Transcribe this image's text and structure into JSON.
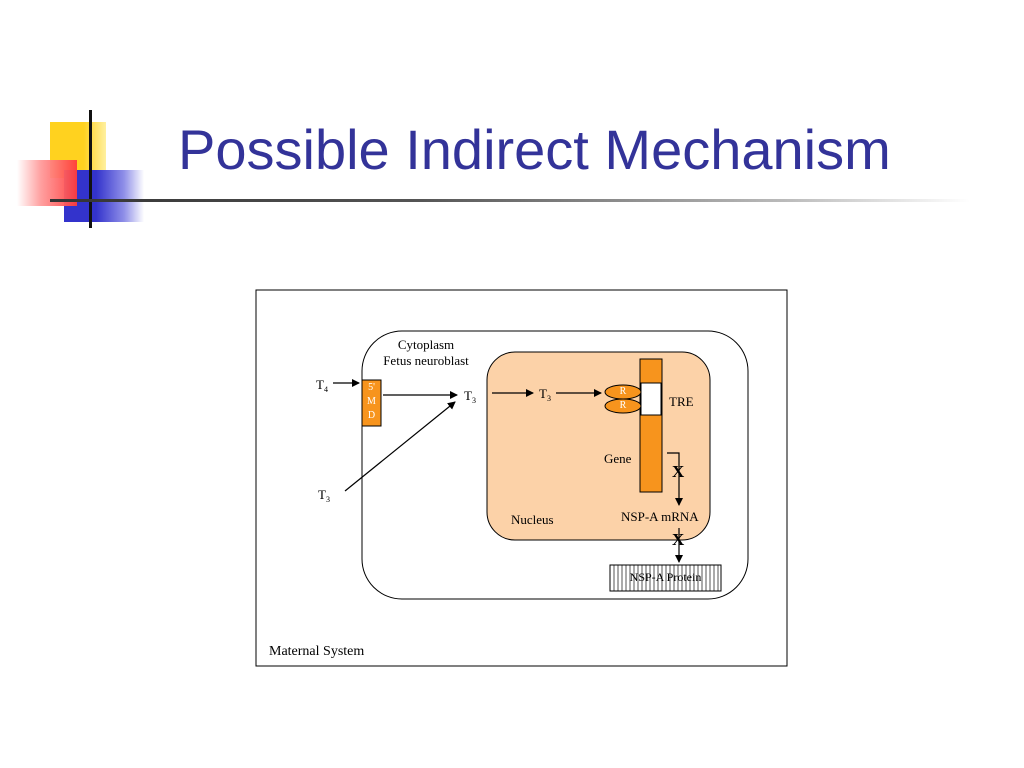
{
  "slide": {
    "title": "Possible Indirect Mechanism"
  },
  "diagram": {
    "outer_label": "Maternal System",
    "cell_label_line1": "Cytoplasm",
    "cell_label_line2": "Fetus neuroblast",
    "nucleus_label": "Nucleus",
    "t4_main": "T",
    "t4_sub": "4",
    "t3_main": "T",
    "t3_sub": "3",
    "enzyme_line1": "5'",
    "enzyme_line2": "M",
    "enzyme_line3": "D",
    "receptor_top": "R",
    "receptor_bottom": "R",
    "tre_label": "TRE",
    "gene_label": "Gene",
    "block_mark": "X",
    "mrna_label": "NSP-A mRNA",
    "protein_label": "NSP-A Protein",
    "colors": {
      "title": "#333399",
      "nucleus_fill": "#fcd2a8",
      "orange": "#f7941d"
    }
  }
}
